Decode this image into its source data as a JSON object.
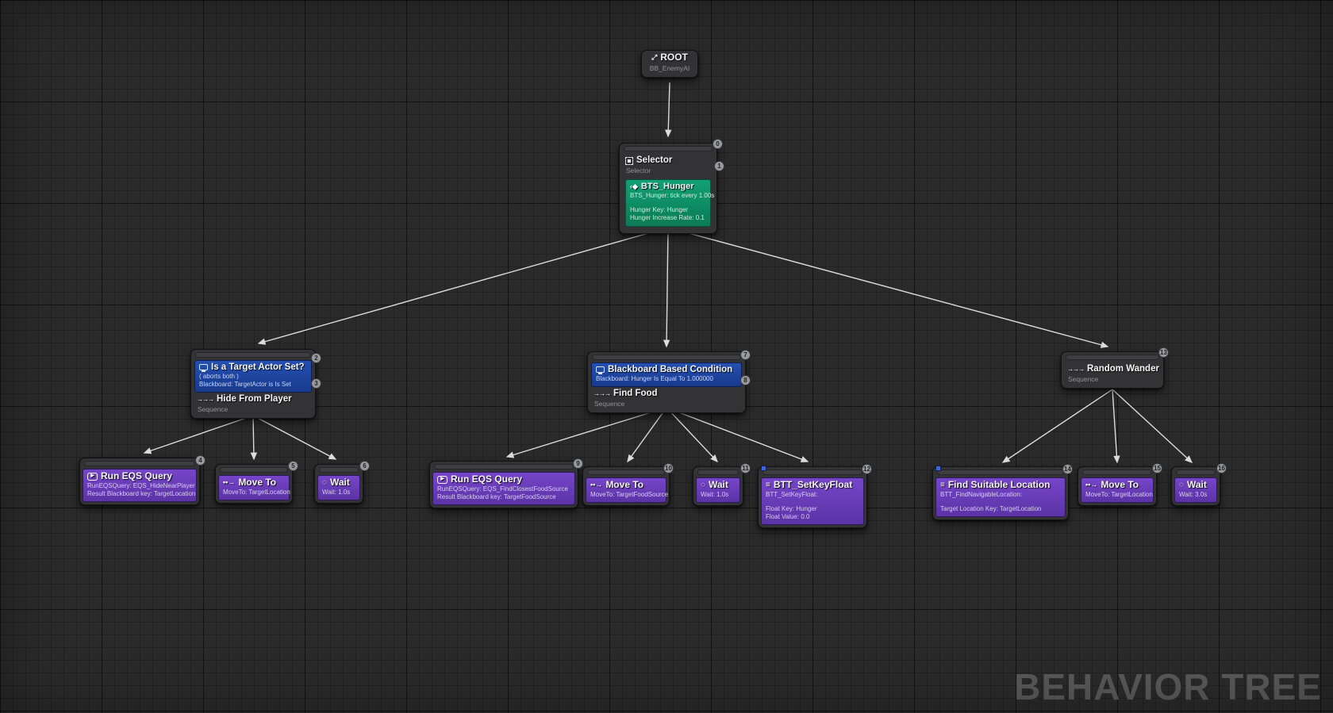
{
  "editor": {
    "watermark": "BEHAVIOR TREE"
  },
  "colors": {
    "background": "#2a2a2a",
    "node_body": "#333336",
    "task_purple": "#6b3cbb",
    "decorator_blue": "#1e419c",
    "service_green": "#0f9168",
    "wire": "#dcdcdc"
  },
  "icons": {
    "root": "⤢",
    "sequence": "→→→",
    "service": "‹◆",
    "move_to": "••→",
    "wait": "◌",
    "eqs_play": "▶",
    "btt": "≡"
  },
  "nodes": {
    "root": {
      "title": "ROOT",
      "subtitle": "BB_EnemyAI"
    },
    "selector": {
      "title": "Selector",
      "subtitle": "Selector",
      "badge": "0"
    },
    "bts_hunger": {
      "title": "BTS_Hunger",
      "tick": "BTS_Hunger: tick every 1.00s",
      "key": "Hunger Key: Hunger",
      "rate": "Hunger Increase Rate: 0.1",
      "badge": "1"
    },
    "is_target_set": {
      "title": "Is a Target Actor Set?",
      "aborts": "( aborts both )",
      "blackboard": "Blackboard: TargetActor is Is Set",
      "badge": "2"
    },
    "hide_from_player": {
      "title": "Hide From Player",
      "subtitle": "Sequence",
      "badge": "3"
    },
    "run_eqs_hide": {
      "title": "Run EQS Query",
      "line1": "RunEQSQuery: EQS_HideNearPlayer",
      "line2": "Result Blackboard key: TargetLocation",
      "badge": "4"
    },
    "move_to_target": {
      "title": "Move To",
      "line1": "MoveTo: TargetLocation",
      "badge": "5"
    },
    "wait_hide": {
      "title": "Wait",
      "line1": "Wait: 1.0s",
      "badge": "6"
    },
    "hunger_condition": {
      "title": "Blackboard Based Condition",
      "blackboard": "Blackboard: Hunger Is Equal To 1.000000",
      "badge": "7"
    },
    "find_food": {
      "title": "Find Food",
      "subtitle": "Sequence",
      "badge": "8"
    },
    "run_eqs_food": {
      "title": "Run EQS Query",
      "line1": "RunEQSQuery: EQS_FindClosestFoodSource",
      "line2": "Result Blackboard key: TargetFoodSource",
      "badge": "9"
    },
    "move_to_food": {
      "title": "Move To",
      "line1": "MoveTo: TargetFoodSource",
      "badge": "10"
    },
    "wait_food": {
      "title": "Wait",
      "line1": "Wait: 1.0s",
      "badge": "11"
    },
    "set_key_float": {
      "title": "BTT_SetKeyFloat",
      "line1": "BTT_SetKeyFloat:",
      "line2": "Float Key: Hunger",
      "line3": "Float Value: 0.0",
      "badge": "12"
    },
    "random_wander": {
      "title": "Random Wander",
      "subtitle": "Sequence",
      "badge": "13"
    },
    "find_suitable": {
      "title": "Find Suitable Location",
      "line1": "BTT_FindNavigableLocation:",
      "line2": "Target Location Key: TargetLocation",
      "badge": "14"
    },
    "move_to_wander": {
      "title": "Move To",
      "line1": "MoveTo: TargetLocation",
      "badge": "15"
    },
    "wait_wander": {
      "title": "Wait",
      "line1": "Wait: 3.0s",
      "badge": "16"
    }
  }
}
